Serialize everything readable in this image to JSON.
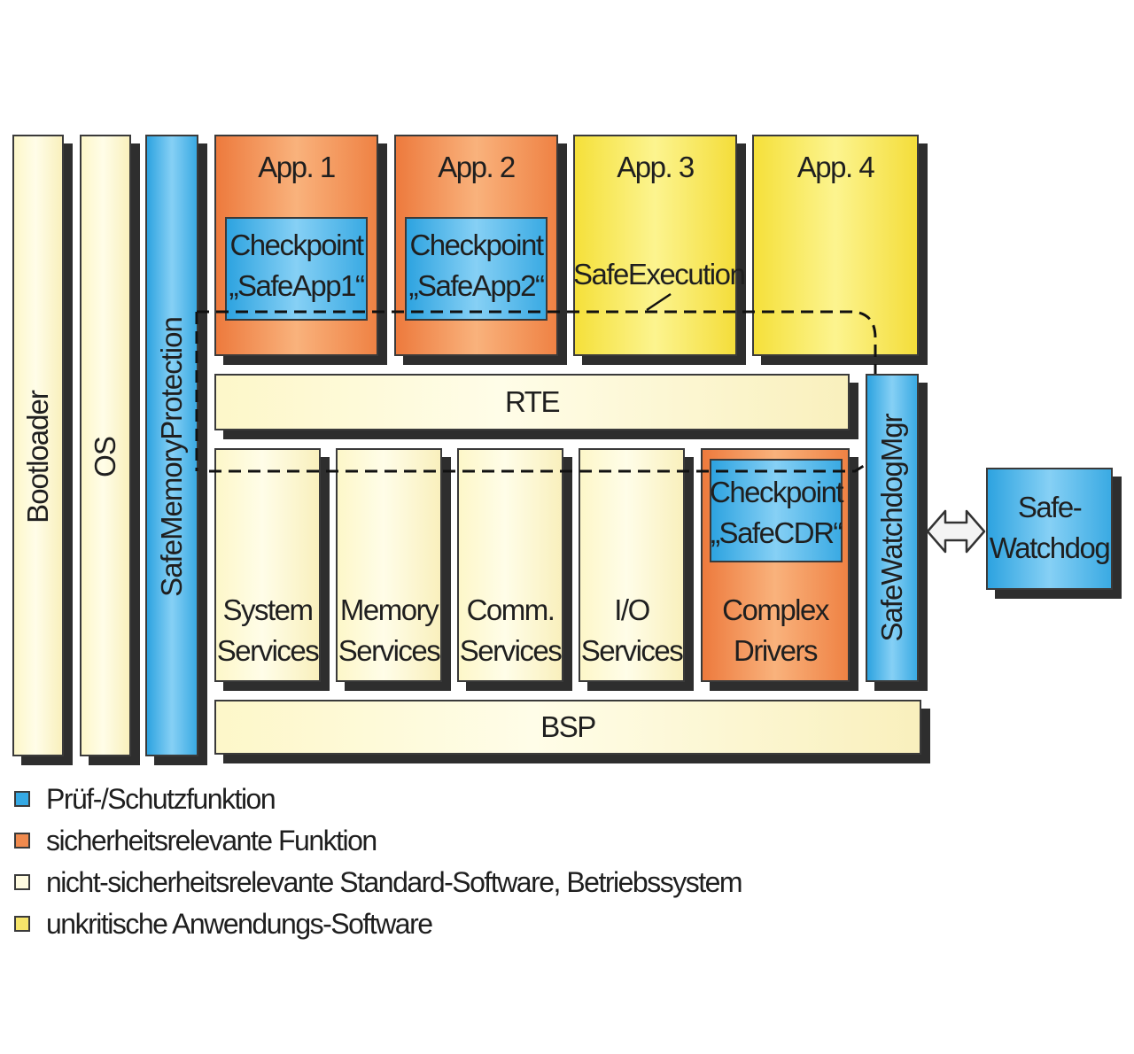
{
  "diagram": {
    "columns": {
      "bootloader": "Bootloader",
      "os": "OS",
      "safe_memory_protection": "SafeMemoryProtection",
      "safe_watchdog_mgr": "SafeWatchdogMgr"
    },
    "apps": [
      {
        "label": "App. 1",
        "checkpoint": [
          "Checkpoint",
          "„SafeApp1“"
        ]
      },
      {
        "label": "App. 2",
        "checkpoint": [
          "Checkpoint",
          "„SafeApp2“"
        ]
      },
      {
        "label": "App. 3",
        "note": "SafeExecution"
      },
      {
        "label": "App. 4"
      }
    ],
    "rte": "RTE",
    "services": [
      {
        "line1": "System",
        "line2": "Services"
      },
      {
        "line1": "Memory",
        "line2": "Services"
      },
      {
        "line1": "Comm.",
        "line2": "Services"
      },
      {
        "line1": "I/O",
        "line2": "Services"
      }
    ],
    "complex_drivers": {
      "checkpoint": [
        "Checkpoint",
        "„SafeCDR“"
      ],
      "line1": "Complex",
      "line2": "Drivers"
    },
    "bsp": "BSP",
    "safe_watchdog": {
      "line1": "Safe-",
      "line2": "Watchdog"
    }
  },
  "legend": [
    {
      "color": "#35a9e4",
      "text": "Prüf-/Schutzfunktion"
    },
    {
      "color": "#f08a4e",
      "text": "sicherheitsrelevante Funktion"
    },
    {
      "color": "#fffbe0",
      "text": "nicht-sicherheitsrelevante Standard-Software, Betriebssystem"
    },
    {
      "color": "#f6e56a",
      "text": "unkritische Anwendungs-Software"
    }
  ]
}
